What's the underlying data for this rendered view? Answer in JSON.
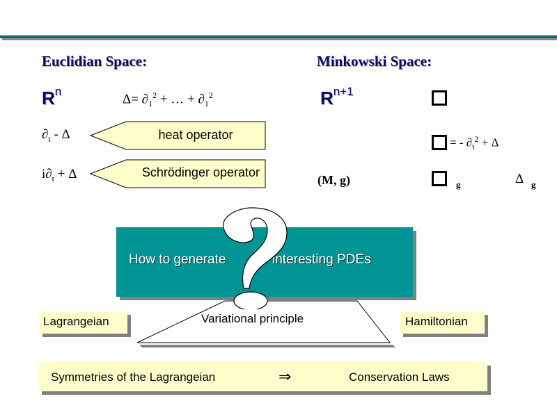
{
  "headings": {
    "euclidian": "Euclidian Space:",
    "minkowski": "Minkowski  Space:"
  },
  "euclidian": {
    "space_base": "R",
    "space_exp": "n",
    "laplacian_def": {
      "lhs": "Δ",
      "eq": "= ∂",
      "sub1": "1",
      "sup1": "2",
      "mid": " +  … + ∂",
      "sub2": "1",
      "sup2": "2"
    },
    "heat_expr": {
      "d": "∂",
      "sub": "t",
      "rest": " - Δ"
    },
    "schrodinger_expr": {
      "pre": "i∂",
      "sub": "t",
      "rest": " + Δ"
    }
  },
  "callouts": {
    "heat": "heat operator",
    "schrodinger": "Schrödinger operator"
  },
  "minkowski": {
    "space_base": "R",
    "space_exp": "n+1",
    "box_def": {
      "eq": " = - ∂",
      "sub": "t",
      "sup": "2",
      "rest": " + Δ"
    },
    "manifold": "(M, g)",
    "box_g_sub": "g",
    "laplace_g": {
      "sym": "Δ",
      "sub": "g"
    }
  },
  "question": {
    "left": "How to generate",
    "right": "interesting PDEs",
    "mark": "?"
  },
  "bottom": {
    "lagrangeian": "Lagrangeian",
    "variational": "Variational principle",
    "hamiltonian": "Hamiltonian",
    "symmetries": "Symmetries of the Lagrangeian",
    "implies": "⇒",
    "conservation": "Conservation Laws"
  },
  "colors": {
    "rule": "#0b6a66",
    "heading": "#0a0a66",
    "teal": "#009494",
    "callout_fill": "#ffffcc",
    "shadow": "#808080"
  }
}
